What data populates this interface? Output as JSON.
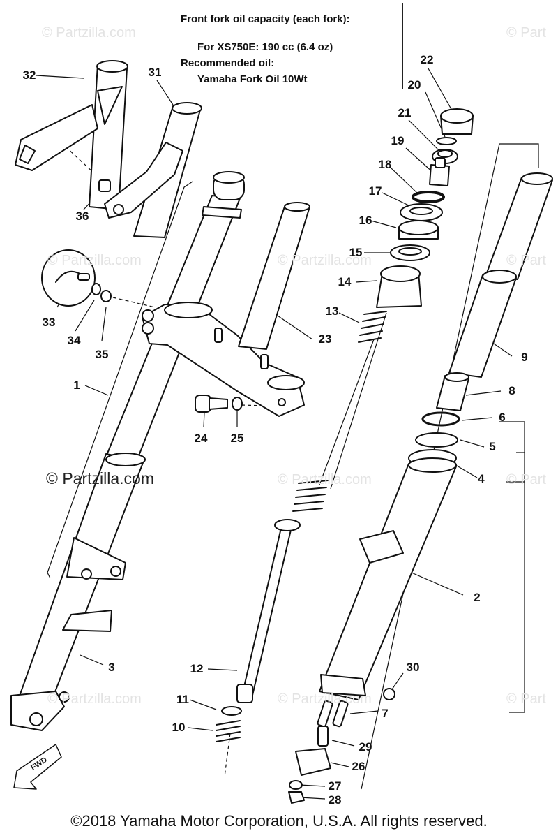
{
  "watermarks": {
    "small": "© Partzilla.com",
    "small_cut": "© Part",
    "large": "© Partzilla.com"
  },
  "spec_box": {
    "line1": "Front fork oil capacity (each fork):",
    "line2": "For XS750E:  190 cc (6.4 oz)",
    "line3": "Recommended oil:",
    "line4": "Yamaha Fork Oil 10Wt"
  },
  "callouts": [
    "32",
    "31",
    "22",
    "20",
    "21",
    "19",
    "18",
    "17",
    "16",
    "15",
    "14",
    "13",
    "36",
    "33",
    "34",
    "35",
    "23",
    "9",
    "1",
    "8",
    "24",
    "25",
    "6",
    "5",
    "4",
    "2",
    "3",
    "30",
    "12",
    "11",
    "7",
    "10",
    "29",
    "26",
    "27",
    "28"
  ],
  "fwd_label": "FWD",
  "footer": "©2018  Yamaha Motor Corporation, U.S.A. All rights reserved."
}
